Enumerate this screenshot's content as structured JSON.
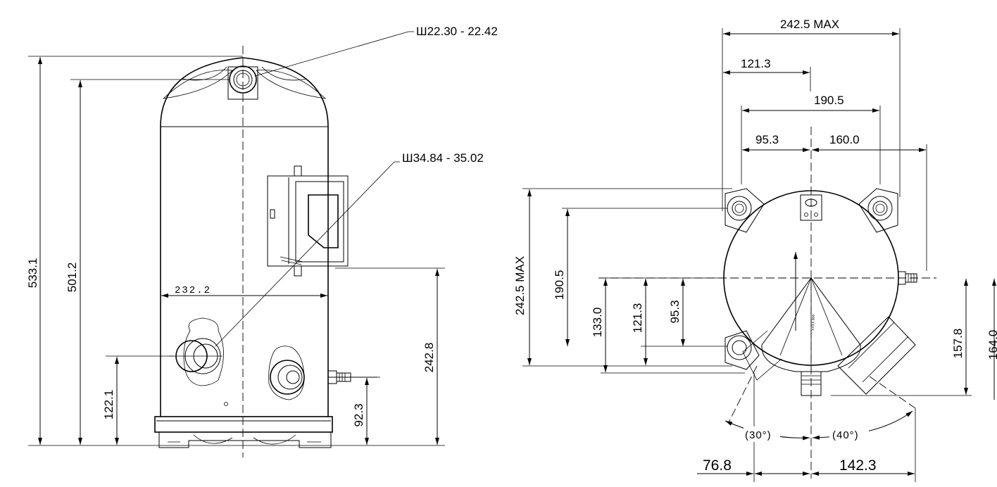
{
  "side_view": {
    "height_overall": "533.1",
    "height_suction_top": "501.2",
    "height_electrical_box": "242.8",
    "height_discharge": "122.1",
    "height_oil_fitting": "92.3",
    "diameter_body": "232.2",
    "connection_top": "Ш22.30 - 22.42",
    "connection_side": "Ш34.84 - 35.02"
  },
  "top_view": {
    "width_max": "242.5 MAX",
    "depth_max": "242.5 MAX",
    "x_121_3": "121.3",
    "x_190_5": "190.5",
    "x_95_3": "95.3",
    "x_160_0": "160.0",
    "y_190_5": "190.5",
    "y_133_0": "133.0",
    "y_121_3": "121.3",
    "y_95_3": "95.3",
    "y_157_8": "157.8",
    "y_164_0": "164.0",
    "angle_left": "(30°)",
    "angle_right": "(40°)",
    "bottom_left": "76.8",
    "bottom_right": "142.3",
    "marking": "XXXX 906"
  }
}
